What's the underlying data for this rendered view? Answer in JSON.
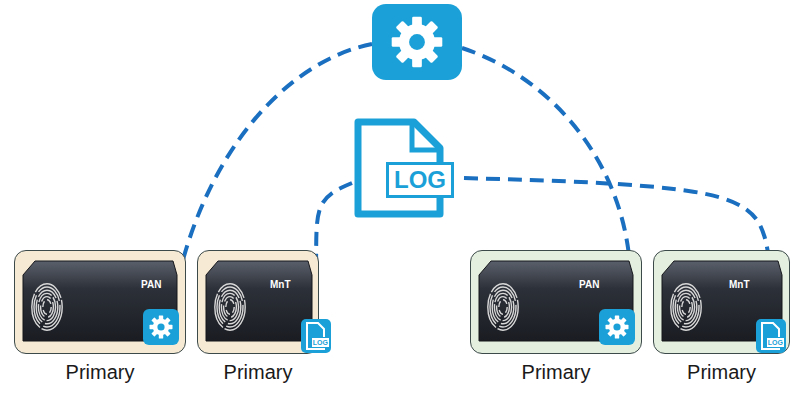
{
  "diagram": {
    "nodes": [
      {
        "text": [
          "LOG"
        ]
      },
      {
        "text": [
          "PAN",
          "Primary"
        ]
      },
      {
        "text": [
          "MnT",
          "Primary"
        ]
      },
      {
        "text": [
          "LOG"
        ],
        "in": 2
      },
      {
        "text": [
          "PAN",
          "Primary"
        ]
      },
      {
        "text": [
          "MnT",
          "Primary"
        ]
      },
      {
        "text": [
          "LOG"
        ],
        "in": 5
      }
    ],
    "edges": [
      {
        "from": 0,
        "to": 3,
        "arrow": "none"
      },
      {
        "from": 0,
        "to": 6,
        "arrow": "none"
      }
    ]
  }
}
